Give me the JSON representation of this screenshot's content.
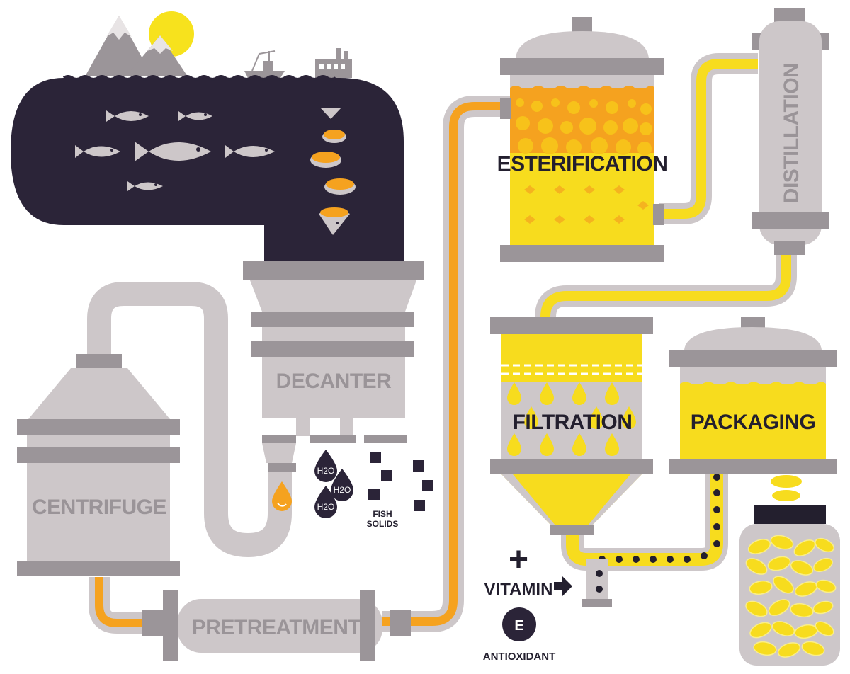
{
  "stages": {
    "esterification": "ESTERIFICATION",
    "distillation": "DISTILLATION",
    "decanter": "DECANTER",
    "filtration": "FILTRATION",
    "packaging": "PACKAGING",
    "centrifuge": "CENTRIFUGE",
    "pretreatment": "PRETREATMENT"
  },
  "byproducts": {
    "water": [
      "H2O",
      "H2O",
      "H2O"
    ],
    "fish_solids_line1": "FISH",
    "fish_solids_line2": "SOLIDS"
  },
  "additive": {
    "plus": "+",
    "vitamin": "VITAMIN",
    "vitamin_letter": "E",
    "antioxidant": "ANTIOXIDANT"
  },
  "colors": {
    "navy": "#2b2438",
    "gray_light": "#cdc7c9",
    "gray_dark": "#9b9599",
    "orange": "#f5a21f",
    "yellow": "#f7dc1e",
    "sun": "#f7e21d"
  },
  "icons": [
    "mountain-icon",
    "sun-icon",
    "fishing-boat-icon",
    "factory-icon",
    "fish-icon",
    "oil-drop-icon",
    "water-drop-icon",
    "arrow-right-icon",
    "capsule-icon"
  ]
}
